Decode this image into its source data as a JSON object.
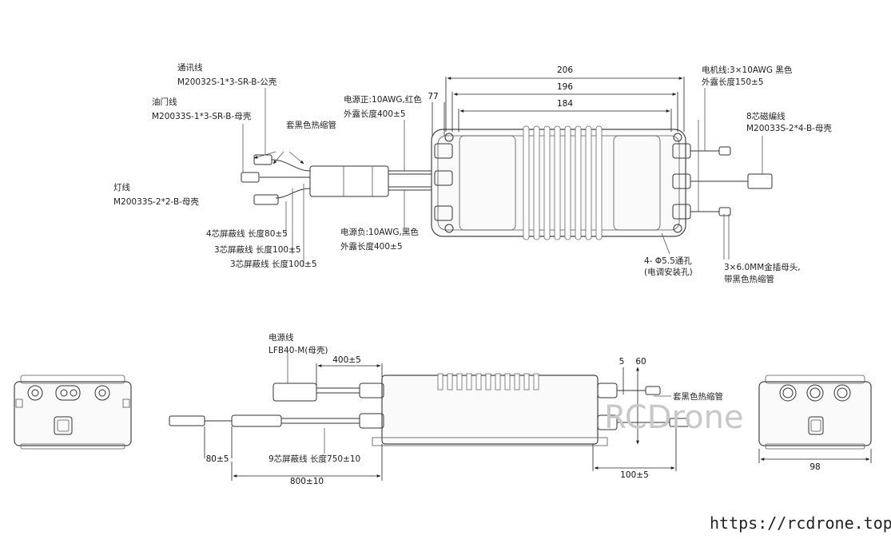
{
  "top_view": {
    "labels": {
      "comm_wire": "通讯线",
      "comm_conn": "M20032S-1*3-SR-B-公壳",
      "throttle_wire": "油门线",
      "throttle_conn": "M20033S-1*3-SR-B-母壳",
      "heat_shrink": "套黑色热缩管",
      "light_wire": "灯线",
      "light_conn": "M20033S-2*2-B-母壳",
      "shield4": "4芯屏蔽线   长度80±5",
      "shield3a": "3芯屏蔽线   长度100±5",
      "shield3b": "3芯屏蔽线  长度100±5",
      "pos_wire": "电源正:10AWG,红色",
      "pos_len": "外露长度400±5",
      "neg_wire": "电源负:10AWG,黑色",
      "neg_len": "外露长度400±5",
      "motor_wire": "电机线:3×10AWG 黑色",
      "motor_len": "外露长度150±5",
      "encoder_wire": "8芯磁编线",
      "encoder_conn": "M20033S-2*4-B-母壳",
      "holes": "4- Φ5.5通孔",
      "holes_note": "(电调安装孔)",
      "bullet": "3×6.0MM金插母头,",
      "bullet_note": "带黑色热缩管"
    },
    "dims": {
      "d206": "206",
      "d196": "196",
      "d184": "184",
      "d77": "77"
    }
  },
  "side_view": {
    "labels": {
      "power_wire": "电源线",
      "power_conn": "LFB40-M(母壳)",
      "heat_shrink": "套黑色热缩管",
      "shield9": "9芯屏蔽线   长度750±10"
    },
    "dims": {
      "d400": "400±5",
      "d5": "5",
      "d60": "60",
      "d80": "80±5",
      "d800": "800±10",
      "d100": "100±5"
    }
  },
  "end_view": {
    "dims": {
      "d98": "98"
    }
  },
  "watermark": "RCDrone",
  "url": "https://rcdrone.top/"
}
